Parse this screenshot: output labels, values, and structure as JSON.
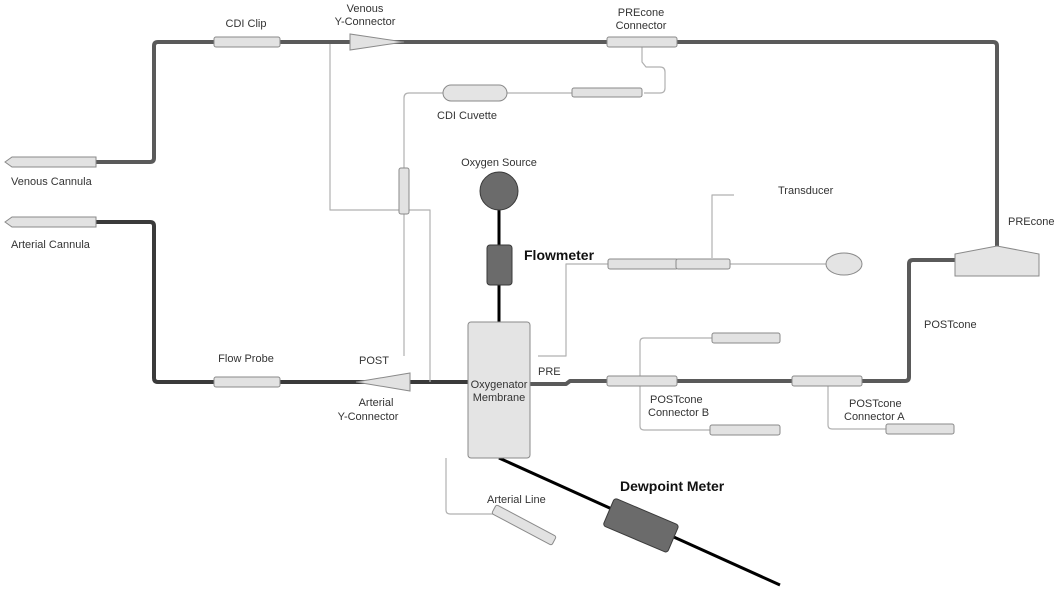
{
  "diagram": {
    "labels": {
      "cdi_clip": "CDI Clip",
      "venous_y_connector_line1": "Venous",
      "venous_y_connector_line2": "Y-Connector",
      "precone_connector_line1": "PREcone",
      "precone_connector_line2": "Connector",
      "cdi_cuvette": "CDI Cuvette",
      "oxygen_source": "Oxygen Source",
      "transducer": "Transducer",
      "venous_cannula": "Venous Cannula",
      "arterial_cannula": "Arterial Cannula",
      "flowmeter": "Flowmeter",
      "precone": "PREcone",
      "postcone": "POSTcone",
      "flow_probe": "Flow Probe",
      "post": "POST",
      "pre": "PRE",
      "oxygenator_line1": "Oxygenator",
      "oxygenator_line2": "Membrane",
      "arterial_y_connector_line1": "Arterial",
      "arterial_y_connector_line2": "Y-Connector",
      "postcone_connector_b_line1": "POSTcone",
      "postcone_connector_b_line2": "Connector B",
      "postcone_connector_a_line1": "POSTcone",
      "postcone_connector_a_line2": "Connector A",
      "arterial_line": "Arterial Line",
      "dewpoint_meter": "Dewpoint Meter"
    }
  }
}
